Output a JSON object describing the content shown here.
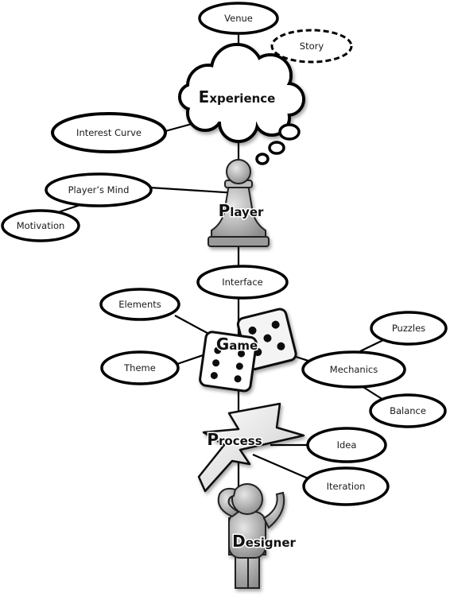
{
  "diagram": {
    "nodes": {
      "venue": "Venue",
      "story": "Story",
      "interest_curve": "Interest Curve",
      "players_mind": "Player’s Mind",
      "motivation": "Motivation",
      "interface": "Interface",
      "elements": "Elements",
      "theme": "Theme",
      "puzzles": "Puzzles",
      "mechanics": "Mechanics",
      "balance": "Balance",
      "idea": "Idea",
      "iteration": "Iteration"
    },
    "hubs": {
      "experience": {
        "cap": "E",
        "rest": "xperience"
      },
      "player": {
        "cap": "P",
        "rest": "layer"
      },
      "game": {
        "cap": "G",
        "rest": "ame"
      },
      "process": {
        "cap": "P",
        "rest": "rocess"
      },
      "designer": {
        "cap": "D",
        "rest": "esigner"
      }
    },
    "icons": [
      "thought-cloud-icon",
      "pawn-icon",
      "dice-icon",
      "lightning-bolt-icon",
      "thinking-person-icon"
    ],
    "colors": {
      "ink": "#000000",
      "fill": "#ffffff",
      "gray": "#a8a8a8"
    }
  }
}
